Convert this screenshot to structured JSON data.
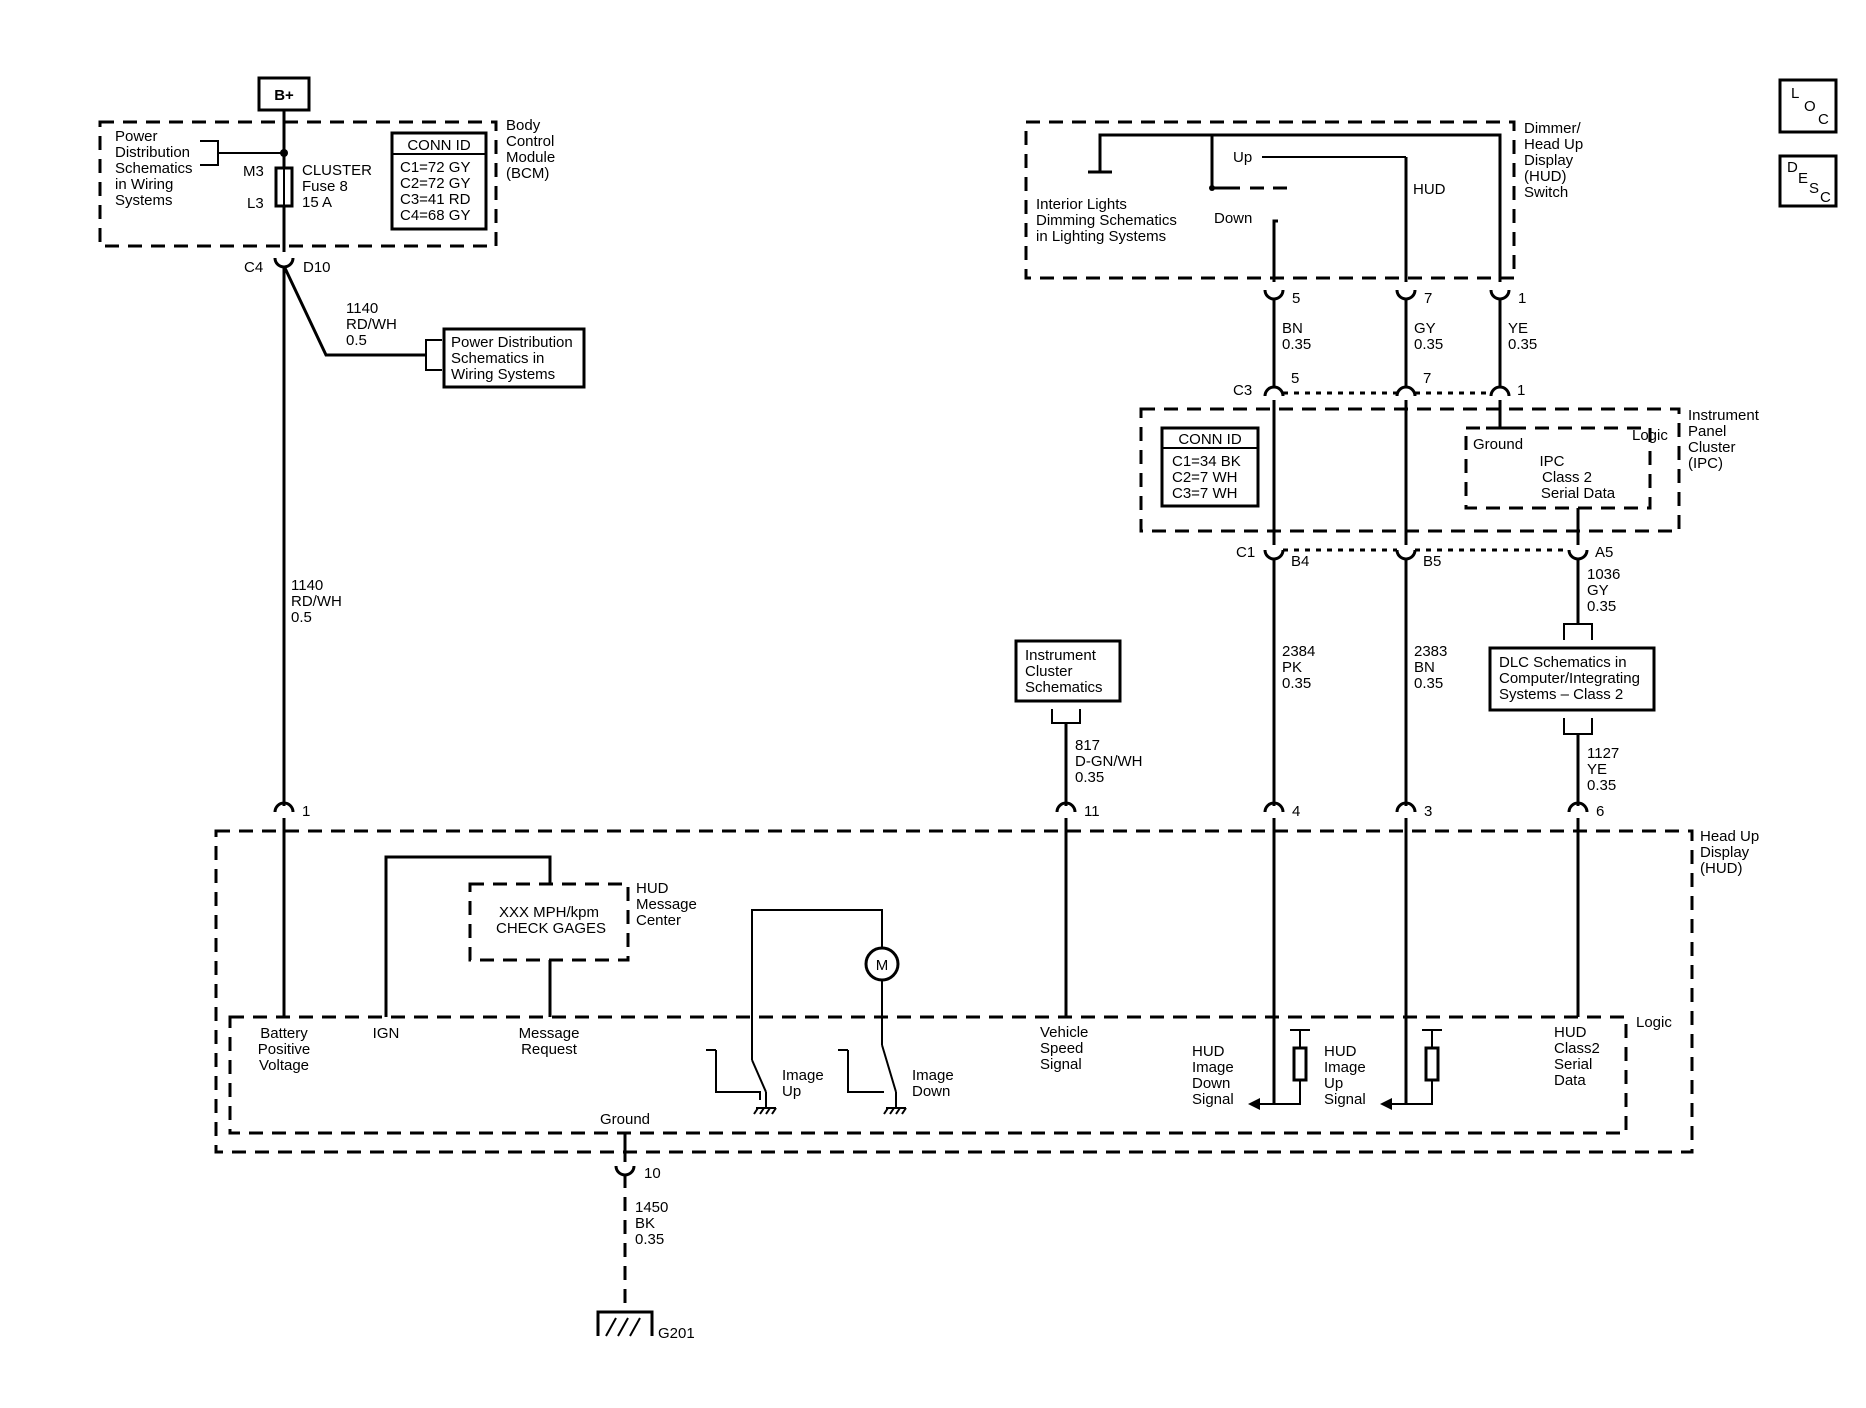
{
  "battery": "B+",
  "bcm": {
    "power_dist": [
      "Power",
      "Distribution",
      "Schematics",
      "in Wiring",
      "Systems"
    ],
    "pin_m3": "M3",
    "pin_l3": "L3",
    "fuse": [
      "CLUSTER",
      "Fuse 8",
      "15 A"
    ],
    "conn_id_title": "CONN ID",
    "conn_ids": [
      "C1=72 GY",
      "C2=72 GY",
      "C3=41 RD",
      "C4=68 GY"
    ],
    "module_label": [
      "Body",
      "Control",
      "Module",
      "(BCM)"
    ],
    "conn_c4": "C4",
    "conn_d10": "D10"
  },
  "wire_1140_top": [
    "1140",
    "RD/WH",
    "0.5"
  ],
  "power_dist_box": [
    "Power Distribution",
    "Schematics in",
    "Wiring Systems"
  ],
  "wire_1140_main": [
    "1140",
    "RD/WH",
    "0.5"
  ],
  "loc_icon": [
    "L",
    "O",
    "C"
  ],
  "desc_icon": [
    "D",
    "E",
    "S",
    "C"
  ],
  "dimmer": {
    "label": [
      "Dimmer/",
      "Head Up",
      "Display",
      "(HUD)",
      "Switch"
    ],
    "up": "Up",
    "down": "Down",
    "hud": "HUD",
    "interior": [
      "Interior Lights",
      "Dimming Schematics",
      "in Lighting Systems"
    ],
    "pins": [
      "5",
      "7",
      "1"
    ]
  },
  "wires_top": [
    [
      "BN",
      "0.35"
    ],
    [
      "GY",
      "0.35"
    ],
    [
      "YE",
      "0.35"
    ]
  ],
  "ipc": {
    "c3": "C3",
    "c3_pins": [
      "5",
      "7",
      "1"
    ],
    "conn_id_title": "CONN ID",
    "conn_ids": [
      "C1=34 BK",
      "C2=7 WH",
      "C3=7 WH"
    ],
    "ground": "Ground",
    "logic": "Logic",
    "serial": [
      "IPC",
      "Class 2",
      "Serial Data"
    ],
    "label": [
      "Instrument",
      "Panel",
      "Cluster",
      "(IPC)"
    ],
    "c1": "C1",
    "c1_pins": [
      "B4",
      "B5",
      "A5"
    ]
  },
  "wire_1036": [
    "1036",
    "GY",
    "0.35"
  ],
  "dlc_box": [
    "DLC Schematics in",
    "Computer/Integrating",
    "Systems – Class 2"
  ],
  "wire_1127": [
    "1127",
    "YE",
    "0.35"
  ],
  "wire_2384": [
    "2384",
    "PK",
    "0.35"
  ],
  "wire_2383": [
    "2383",
    "BN",
    "0.35"
  ],
  "ic_box": [
    "Instrument",
    "Cluster",
    "Schematics"
  ],
  "wire_817": [
    "817",
    "D-GN/WH",
    "0.35"
  ],
  "hud_pins": [
    "1",
    "11",
    "4",
    "3",
    "6"
  ],
  "hud": {
    "label": [
      "Head Up",
      "Display",
      "(HUD)"
    ],
    "logic": "Logic",
    "message_center": [
      "HUD",
      "Message",
      "Center"
    ],
    "message_text": [
      "XXX MPH/kpm",
      "CHECK GAGES"
    ],
    "battery_voltage": [
      "Battery",
      "Positive",
      "Voltage"
    ],
    "ign": "IGN",
    "message_request": [
      "Message",
      "Request"
    ],
    "image_up": [
      "Image",
      "Up"
    ],
    "image_down": [
      "Image",
      "Down"
    ],
    "motor": "M",
    "vss": [
      "Vehicle",
      "Speed",
      "Signal"
    ],
    "hud_down": [
      "HUD",
      "Image",
      "Down",
      "Signal"
    ],
    "hud_up": [
      "HUD",
      "Image",
      "Up",
      "Signal"
    ],
    "class2": [
      "HUD",
      "Class2",
      "Serial",
      "Data"
    ],
    "ground": "Ground"
  },
  "ground_pin": "10",
  "wire_1450": [
    "1450",
    "BK",
    "0.35"
  ],
  "g201": "G201"
}
